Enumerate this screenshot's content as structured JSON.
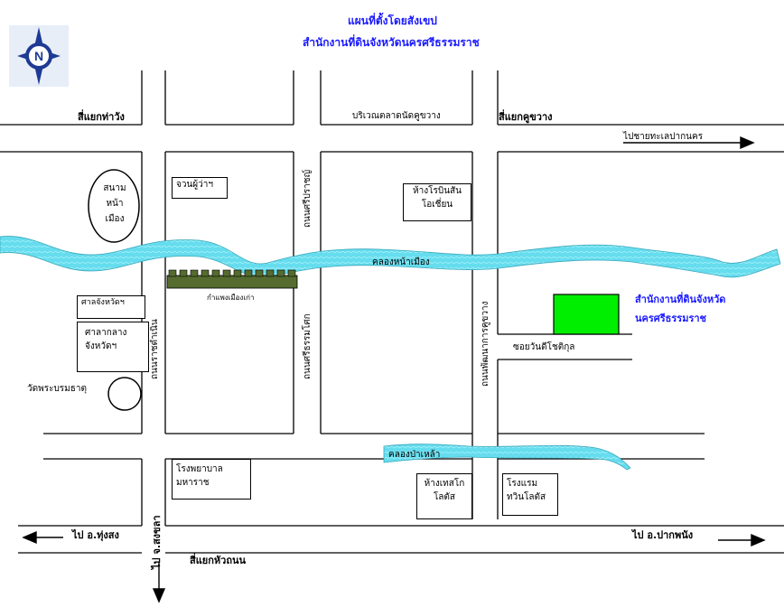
{
  "title": {
    "line1": "แผนที่ตั้งโดยสังเขป",
    "line2": "สำนักงานที่ดินจังหวัดนครศรีธรรมราช"
  },
  "compass": {
    "icon": "north-compass-icon",
    "letter": "N"
  },
  "intersections": {
    "tha_wang": "สี่แยกท่าวัง",
    "khu_khwang": "สี่แยกคูขวาง",
    "hua_thanon": "สี่แยกหัวถนน"
  },
  "places": {
    "khu_khwang_market": "บริเวณตลาดนัดคูขวาง",
    "to_pak_nakhon": "ไปชายทะเลปากนคร",
    "sanam_na_mueang": [
      "สนาม",
      "หน้า",
      "เมือง"
    ],
    "governor_residence": "จวนผู้ว่าฯ",
    "robinson": [
      "ห้างโรบินสัน",
      "โอเชี่ยน"
    ],
    "old_city_wall": "กำแพงเมืองเก่า",
    "provincial_court": "ศาลจังหวัดฯ",
    "city_hall": [
      "ศาลากลาง",
      "จังหวัดฯ"
    ],
    "wat_phra_borommathat": "วัดพระบรมธาตุ",
    "maharaj_hospital": [
      "โรงพยาบาล",
      "มหาราช"
    ],
    "tesco_lotus": [
      "ห้างเทสโก",
      "โลตัส"
    ],
    "twin_lotus_hotel": [
      "โรงแรม",
      "ทวินโลตัส"
    ],
    "soi_wanit": "ซอยวันดีโชติกุล",
    "land_office": [
      "สำนักงานที่ดินจังหวัด",
      "นครศรีธรรมราช"
    ],
    "to_thung_song": "ไป อ.ทุ่งสง",
    "to_pak_phanang": "ไป อ.ปากพนัง",
    "to_songkhla": "ไป จ.สงขลา"
  },
  "canals": {
    "na_mueang": "คลองหน้าเมือง",
    "pa_lao": "คลองป่าเหล้า"
  },
  "roads": {
    "ratchadamnoen": "ถนนราชดำเนิน",
    "si_prat": "ถนนศรีปราชญ์",
    "si_thammasok": "ถนนศรีธรรมโศก",
    "phatthanakan_khu_khwang": "ถนนพัฒนาการคูขวาง"
  },
  "colors": {
    "canal": "#66ddee",
    "land_office": "#00ee00",
    "title": "#1a1aff",
    "wall": "#556b2f"
  }
}
